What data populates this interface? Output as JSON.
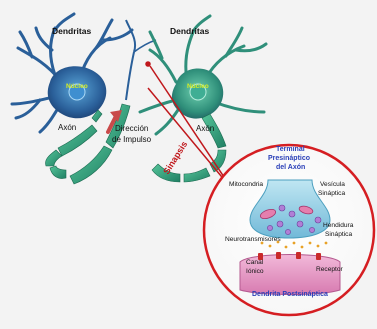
{
  "labels": {
    "dendritas_left": "Dendritas",
    "dendritas_right": "Dendritas",
    "nucleo_left": "Núcleo",
    "nucleo_right": "Núcleo",
    "axon_left": "Axón",
    "axon_right": "Axón",
    "direccion_line1": "Dirección",
    "direccion_line2": "de Impulso",
    "sinapsis": "Sinapsis"
  },
  "inset": {
    "terminal_line1": "Terminal",
    "terminal_line2": "Presináptico",
    "terminal_line3": "del Axón",
    "mitocondria": "Mitocondria",
    "vesicula_line1": "Vesícula",
    "vesicula_line2": "Sináptica",
    "hendidura_line1": "Hendidura",
    "hendidura_line2": "Sináptica",
    "neurotransmisores": "Neurotransmisores",
    "canal_line1": "Canal",
    "canal_line2": "Iónico",
    "receptor": "Receptor",
    "dendrita_postsinaptica": "Dendrita Postsináptica"
  },
  "colors": {
    "background": "#f3f3f3",
    "neuron_body": "#2e6fa8",
    "axon_green": "#2ea37a",
    "synapse_red": "#d51e22",
    "label_blue": "#2a3fb8",
    "postsynaptic_pink": "#e79ac7"
  }
}
